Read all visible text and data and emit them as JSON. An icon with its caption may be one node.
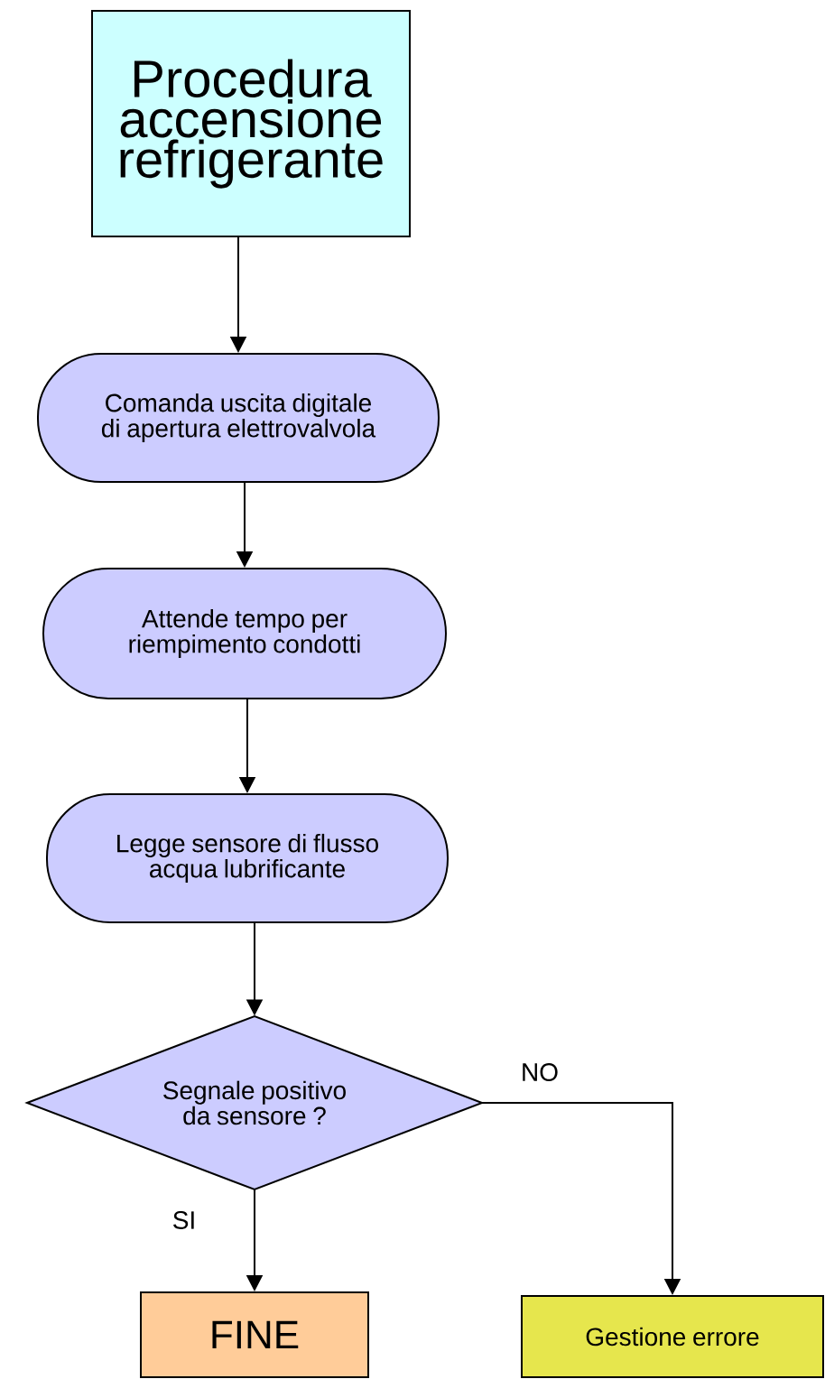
{
  "diagram": {
    "nodes": [
      {
        "text": [
          "Procedura accensione refrigerante"
        ]
      },
      {
        "text": [
          "Comanda uscita digitale di apertura elettrovalvola"
        ]
      },
      {
        "text": [
          "Attende tempo per riempimento condotti"
        ]
      },
      {
        "text": [
          "Legge sensore di flusso acqua lubrificante"
        ]
      },
      {
        "text": [
          "Segnale positivo da sensore ?"
        ]
      },
      {
        "text": [
          "FINE"
        ]
      },
      {
        "text": [
          "Gestione errore"
        ]
      }
    ],
    "edges": [
      {
        "from": 0,
        "to": 1,
        "arrow": "to"
      },
      {
        "from": 1,
        "to": 2,
        "arrow": "to"
      },
      {
        "from": 2,
        "to": 3,
        "arrow": "to"
      },
      {
        "from": 3,
        "to": 4,
        "arrow": "to"
      },
      {
        "from": 4,
        "to": 5,
        "arrow": "to",
        "label": "SI"
      },
      {
        "from": 4,
        "to": 6,
        "arrow": "to",
        "label": "NO"
      }
    ]
  }
}
